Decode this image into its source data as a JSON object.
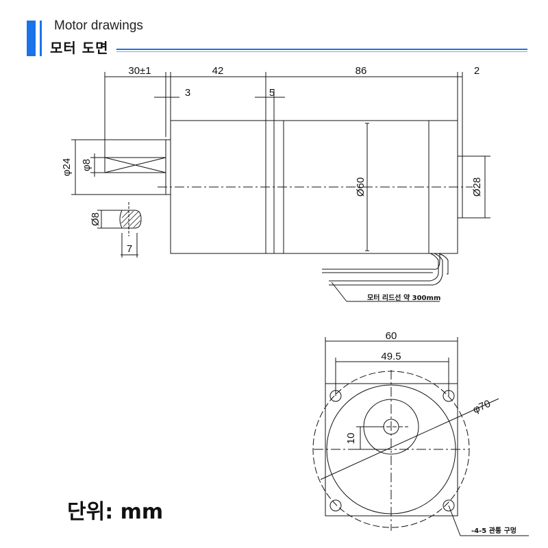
{
  "header": {
    "title_en": "Motor drawings",
    "title_ko": "모터 도면"
  },
  "units_label": "단위: mm",
  "side_view": {
    "dims": {
      "shaft_length": "30±1",
      "flange_length": "42",
      "body_length": "86",
      "cap_length": "2",
      "shaft_step": "3",
      "groove": "5",
      "shaft_dia_outer": "φ24",
      "shaft_dia": "φ8",
      "body_dia": "Ø60",
      "rear_boss_dia": "Ø28",
      "shaft_section_dia": "Ø8",
      "shaft_flat": "7"
    },
    "lead_note": "모터 리드선 약 300mm"
  },
  "front_view": {
    "dims": {
      "flange_width": "60",
      "hole_pitch": "49.5",
      "pcd": "φ70",
      "shaft_offset": "10"
    },
    "hole_note": "-4-5 관통 구멍"
  }
}
